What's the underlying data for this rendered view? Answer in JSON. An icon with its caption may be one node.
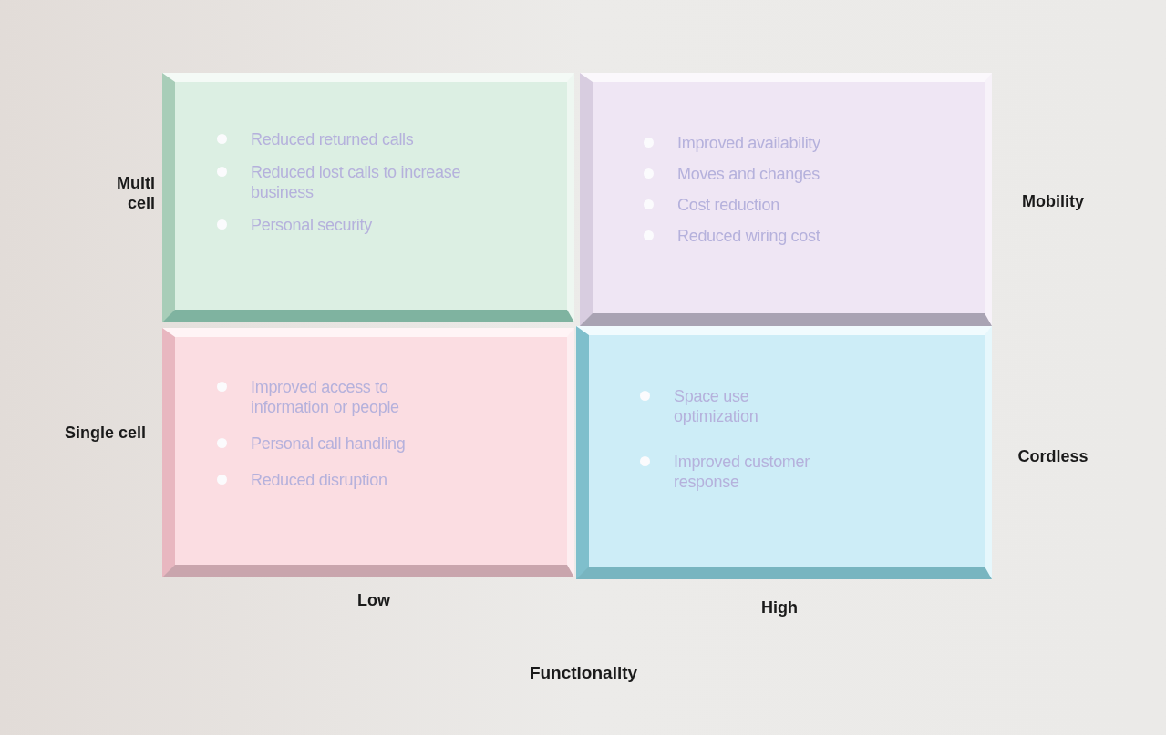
{
  "diagram": {
    "nodes": [
      {
        "text": [
          "Reduced returned calls",
          "Reduced lost calls to increase business",
          "Personal security"
        ]
      },
      {
        "text": [
          "Improved availability",
          "Moves and changes",
          "Cost reduction",
          "Reduced wiring cost"
        ]
      },
      {
        "text": [
          "Improved access to information or people",
          "Personal call handling",
          "Reduced disruption"
        ]
      },
      {
        "text": [
          "Space use optimization",
          "Improved customer response"
        ]
      }
    ],
    "labels": [
      "Multi cell",
      "Mobility",
      "Single cell",
      "Cordless",
      "Low",
      "High",
      "Functionality"
    ]
  }
}
